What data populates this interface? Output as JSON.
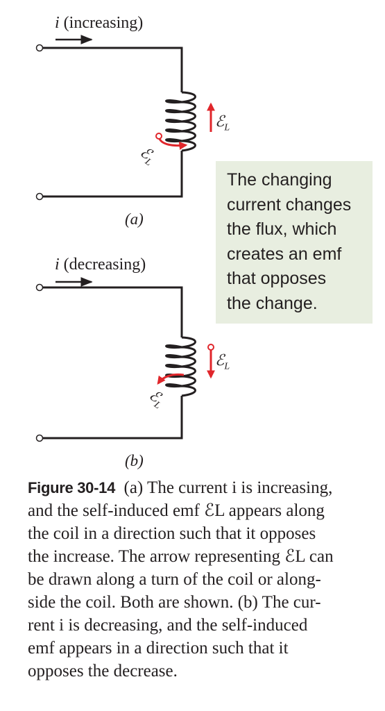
{
  "panel_a": {
    "current_label_symbol": "i",
    "current_label_text": "(increasing)",
    "emf_symbol": "ℰ",
    "emf_subscript": "L",
    "panel_label": "(a)"
  },
  "panel_b": {
    "current_label_symbol": "i",
    "current_label_text": "(decreasing)",
    "emf_symbol": "ℰ",
    "emf_subscript": "L",
    "panel_label": "(b)"
  },
  "callout": {
    "lines": [
      "The changing",
      "current changes",
      "the flux, which",
      "creates an emf",
      "that opposes",
      "the change."
    ]
  },
  "caption": {
    "figure_label": "Figure 30-14",
    "lines": [
      "(a) The current i is increasing,",
      "and the self-induced emf ℰL appears along",
      "the coil in a direction such that it opposes",
      "the increase. The arrow representing ℰL can",
      "be drawn along a turn of the coil or along-",
      "side the coil. Both are shown. (b) The cur-",
      "rent i is decreasing, and the self-induced",
      "emf appears in a direction such that it",
      "opposes the decrease."
    ]
  },
  "colors": {
    "wire": "#231f20",
    "emf_arrow": "#e0262b",
    "callout_bg": "#e8eee0"
  }
}
